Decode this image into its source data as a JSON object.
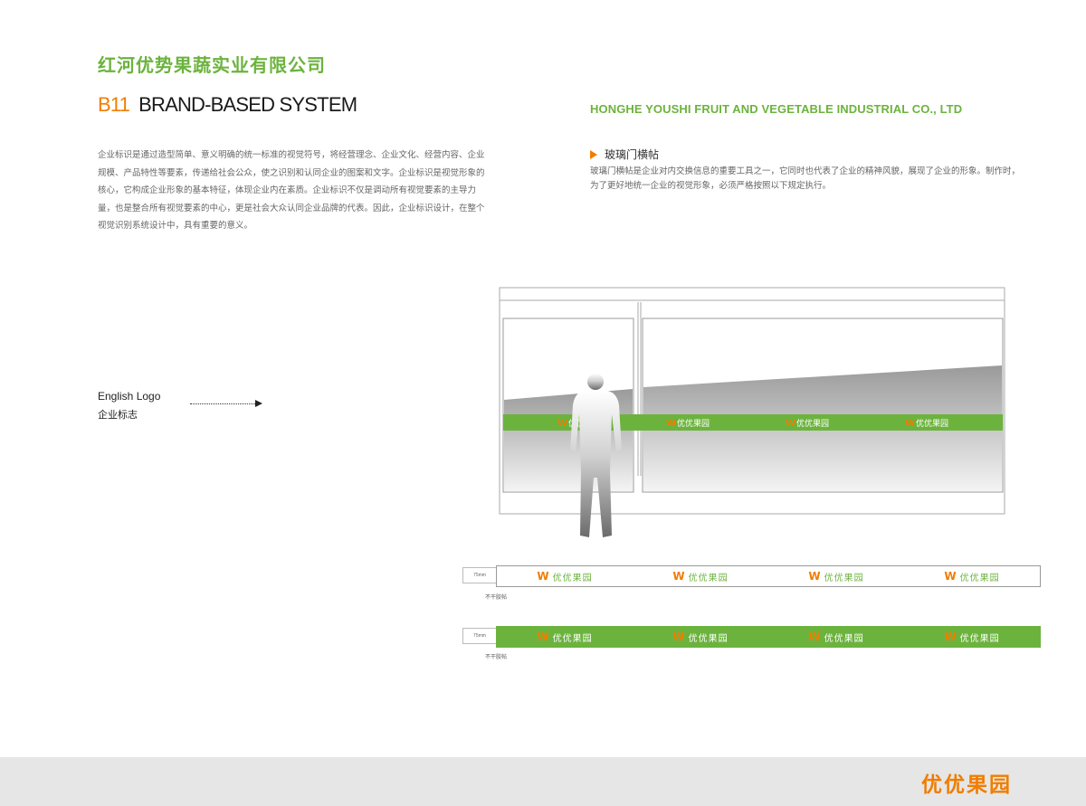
{
  "header": {
    "company_cn": "红河优势果蔬实业有限公司",
    "code": "B11",
    "system_title": "BRAND-BASED SYSTEM",
    "company_en": "HONGHE YOUSHI FRUIT AND VEGETABLE INDUSTRIAL CO., LTD"
  },
  "intro": {
    "text": "企业标识是通过造型简单、意义明确的统一标准的视觉符号，将经营理念、企业文化、经营内容、企业规模、产品特性等要素，传递给社会公众，使之识别和认同企业的图案和文字。企业标识是视觉形象的核心，它构成企业形象的基本特征，体现企业内在素质。企业标识不仅是调动所有视觉要素的主导力量，也是整合所有视觉要素的中心，更是社会大众认同企业品牌的代表。因此，企业标识设计，在整个视觉识别系统设计中，具有重要的意义。"
  },
  "section": {
    "title": "玻璃门横帖",
    "description": "玻璃门横帖是企业对内交换信息的重要工具之一，它同时也代表了企业的精神风貌，展现了企业的形象。制作时，为了更好地统一企业的视觉形象，必须严格按照以下规定执行。"
  },
  "side_label": {
    "english": "English Logo",
    "chinese": "企业标志"
  },
  "brand": {
    "logo_text": "优优果园",
    "logo_mark": "W",
    "green": "#6cb33e",
    "orange": "#f07d00"
  },
  "strips": [
    {
      "dimension": "75mm",
      "label": "不干胶帖",
      "style": "white"
    },
    {
      "dimension": "75mm",
      "label": "不干胶帖",
      "style": "green"
    }
  ],
  "footer": {
    "logo_text": "优优果园"
  }
}
